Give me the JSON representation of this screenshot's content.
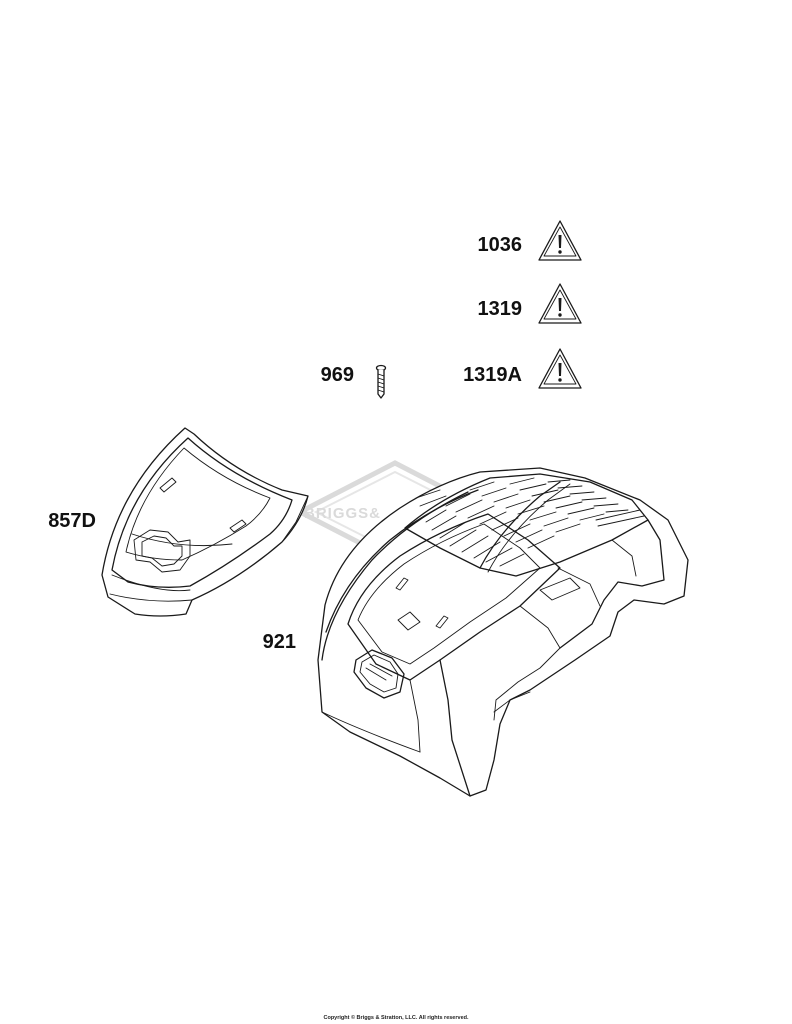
{
  "labels": {
    "warning_1": "1036",
    "warning_2": "1319",
    "warning_3": "1319A",
    "screw": "969",
    "cover_insert": "857D",
    "engine_cover": "921"
  },
  "watermark": "BRIGGS&",
  "copyright": "Copyright © Briggs & Stratton, LLC. All rights reserved.",
  "icons": {
    "warning": "warning-triangle-icon",
    "screw": "screw-icon"
  },
  "colors": {
    "line": "#1a1a1a",
    "watermark": "#d6d6d6",
    "background": "#ffffff"
  }
}
